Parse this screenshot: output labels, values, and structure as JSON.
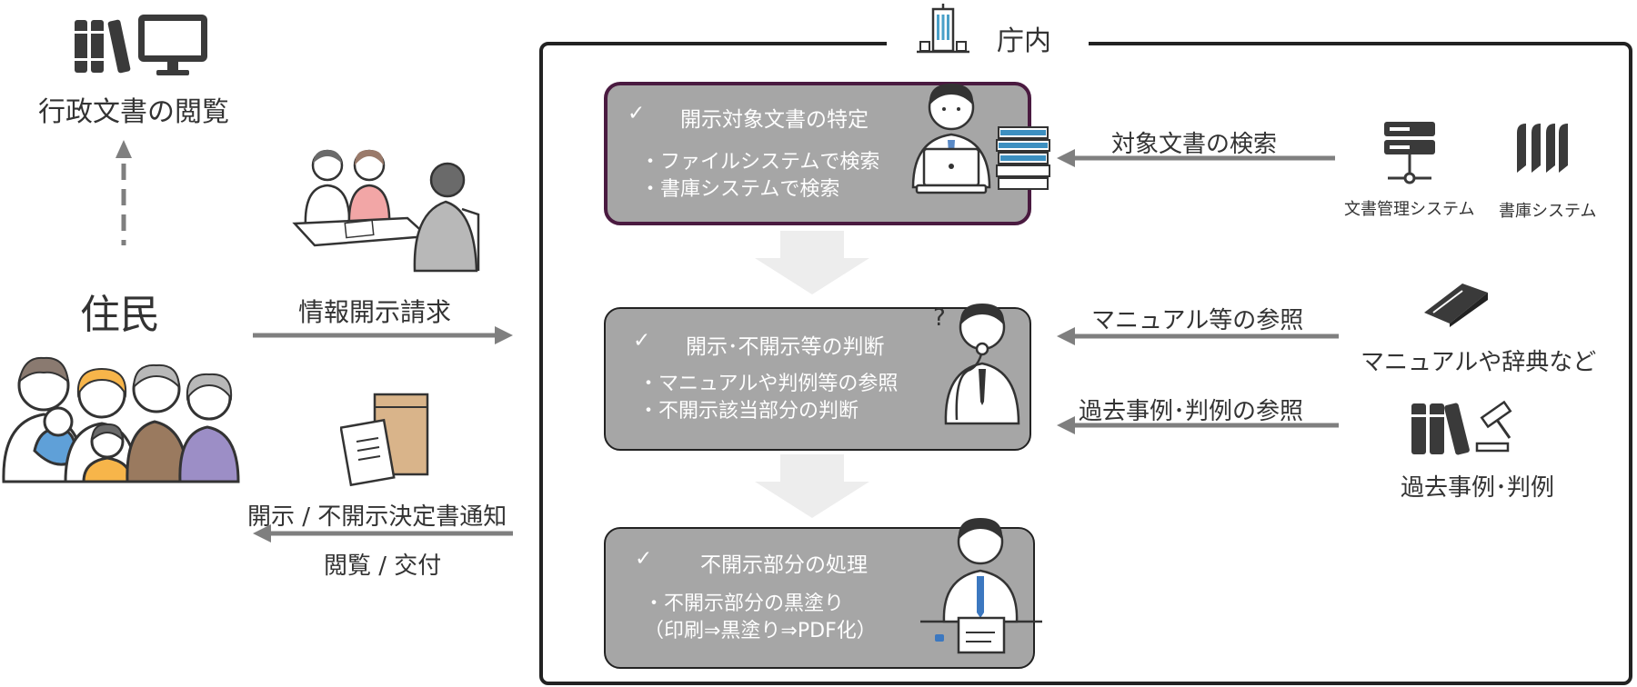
{
  "agency": {
    "label": "庁内"
  },
  "residents": {
    "label": "住民"
  },
  "viewing": {
    "label": "行政文書の閲覧"
  },
  "request_label": "情報開示請求",
  "notice": {
    "line1": "開示 / 不開示決定書通知",
    "line2": "閲覧 / 交付"
  },
  "steps": [
    {
      "check": "✓",
      "title": "開示対象文書の特定",
      "items": [
        "・ファイルシステムで検索",
        "・書庫システムで検索"
      ]
    },
    {
      "check": "✓",
      "title": "開示･不開示等の判断",
      "items": [
        "・マニュアルや判例等の参照",
        "・不開示該当部分の判断"
      ]
    },
    {
      "check": "✓",
      "title": "不開示部分の処理",
      "items": [
        "・不開示部分の黒塗り",
        "（印刷⇒黒塗り⇒PDF化）"
      ]
    }
  ],
  "sources": {
    "search_label": "対象文書の検索",
    "doc_system": "文書管理システム",
    "archive_system": "書庫システム",
    "manual_label": "マニュアル等の参照",
    "manual_source": "マニュアルや辞典など",
    "precedent_label": "過去事例･判例の参照",
    "precedent_source": "過去事例･判例"
  },
  "colors": {
    "box_fill": "#a6a6a6",
    "highlight_border": "#4a1a40",
    "arrow": "#7f7f7f",
    "text": "#333333"
  }
}
